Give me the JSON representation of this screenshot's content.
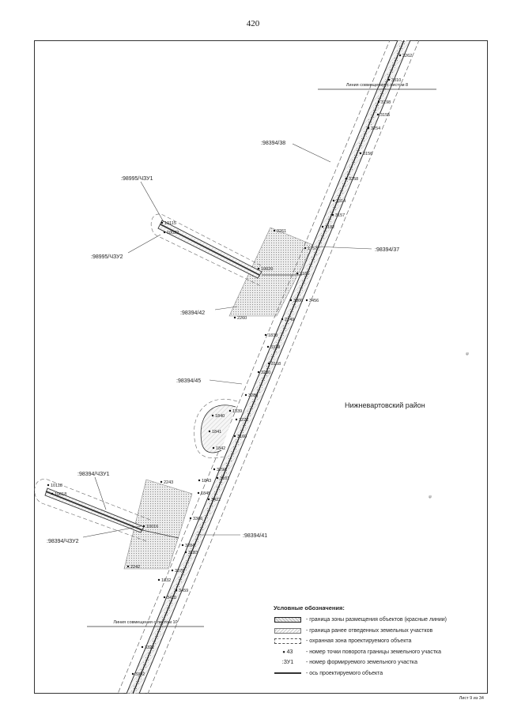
{
  "page_number": "420",
  "sheet_label": "Лист 9 из 34",
  "district_label": "Нижневартовский район",
  "match_lines": {
    "top": "Линия совмещения с листом 8",
    "bottom": "Линия совмещения с листом 10"
  },
  "parcel_labels": [
    {
      "id": "p38",
      "text": ":98394/38"
    },
    {
      "id": "p37",
      "text": ":98394/37"
    },
    {
      "id": "p42",
      "text": ":98394/42"
    },
    {
      "id": "p45",
      "text": ":98394/45"
    },
    {
      "id": "p41",
      "text": ":98394/41"
    },
    {
      "id": "pz1",
      "text": ":98995/ЧЗУ1"
    },
    {
      "id": "pz2",
      "text": ":98995/ЧЗУ2"
    },
    {
      "id": "qz1",
      "text": ":98394/ЧЗУ1"
    },
    {
      "id": "qz2",
      "text": ":98394/ЧЗУ2"
    }
  ],
  "turn_points": [
    "3262",
    "3310",
    "3198",
    "3155",
    "3254",
    "3156",
    "3258",
    "3314",
    "3157",
    "3182",
    "1757",
    "2261",
    "10115",
    "10022",
    "10020",
    "3186",
    "3306",
    "3456",
    "2249",
    "2260",
    "1838",
    "3338",
    "3158",
    "3230",
    "3286",
    "1839",
    "1840",
    "3222",
    "1841",
    "3160",
    "1842",
    "3294",
    "1843",
    "3181",
    "1845",
    "3422",
    "2243",
    "10118",
    "10018",
    "10016",
    "3366",
    "3284",
    "3183",
    "2242",
    "3378",
    "1832",
    "3459",
    "3410",
    "3322",
    "3392"
  ],
  "legend": {
    "title": "Условные обозначения:",
    "items": [
      {
        "symbol": "red-zone",
        "sym_text": "",
        "text": "- граница зоны размещения объектов (красные линии)"
      },
      {
        "symbol": "prev-parcels",
        "sym_text": "",
        "text": "- граница ранее отведенных земельных участков"
      },
      {
        "symbol": "protect-zone",
        "sym_text": "",
        "text": "- охранная зона проектируемого объекта"
      },
      {
        "symbol": "turn-point",
        "sym_text": "43",
        "text": "- номер точки поворота границы земельного участка"
      },
      {
        "symbol": "parcel-number",
        "sym_text": ":ЗУ1",
        "text": "- номер формируемого земельного участка"
      },
      {
        "symbol": "axis",
        "sym_text": "",
        "text": "- ось проектируемого объекта"
      }
    ]
  }
}
